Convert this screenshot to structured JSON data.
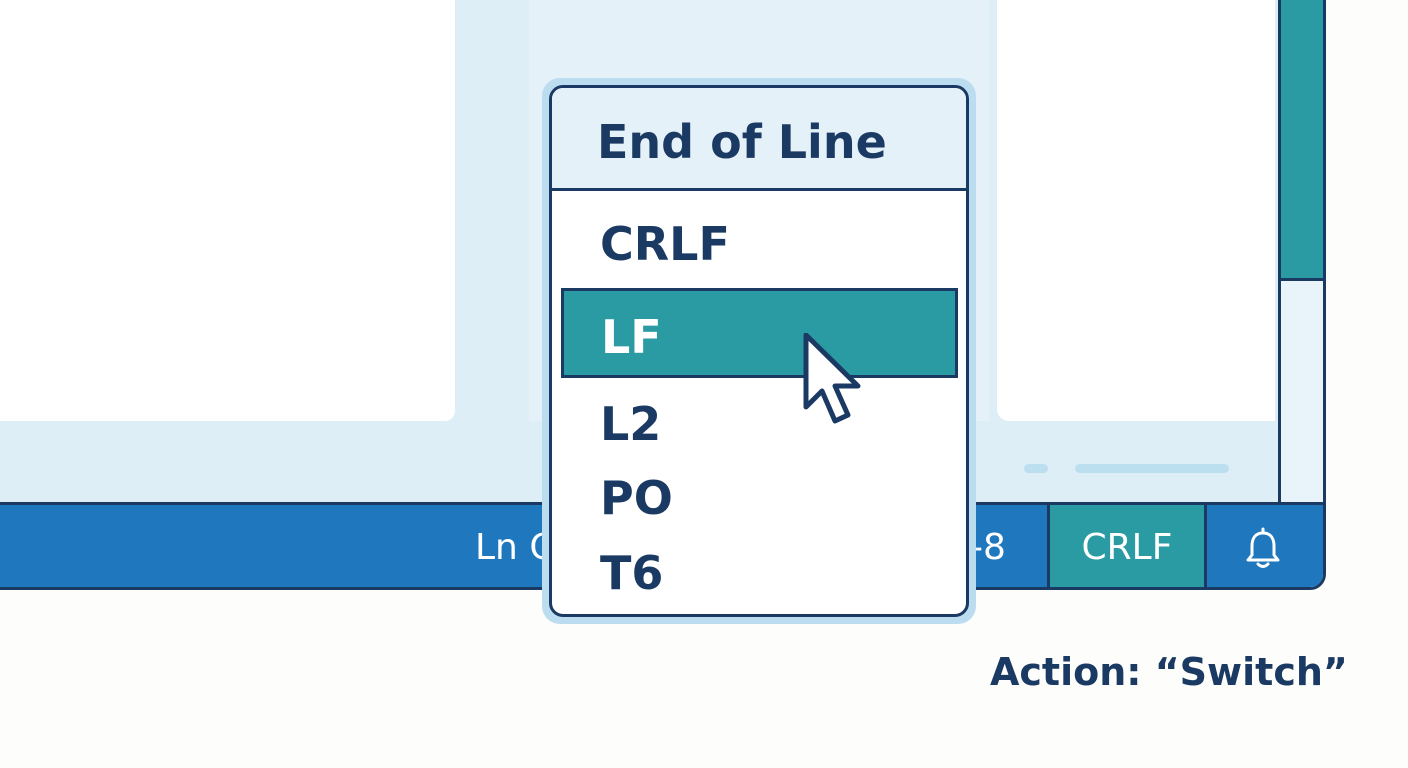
{
  "statusbar": {
    "line_col": "Ln C",
    "encoding": "-8",
    "eol": "CRLF",
    "notifications_icon": "bell-icon"
  },
  "dropdown": {
    "title": "End of Line",
    "items": [
      {
        "label": "CRLF",
        "selected": false
      },
      {
        "label": "LF",
        "selected": true
      },
      {
        "label": "L2",
        "selected": false
      },
      {
        "label": "PO",
        "selected": false
      },
      {
        "label": "T6",
        "selected": false
      }
    ]
  },
  "cursor_icon": "mouse-pointer-icon",
  "caption": {
    "text": "Action:  “Switch”"
  },
  "colors": {
    "statusbar": "#1f78be",
    "accent": "#2a9aa3",
    "outline": "#1b3a63",
    "panel": "#ddeef7"
  }
}
